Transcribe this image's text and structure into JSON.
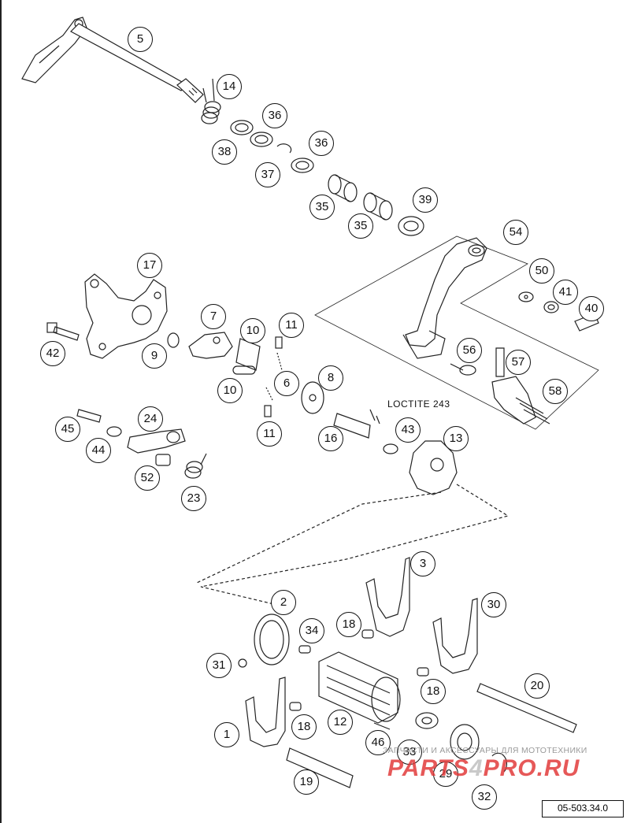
{
  "diagram": {
    "note": "LOCTITE 243",
    "reference_code": "05-503.34.0",
    "watermark_tagline": "ЗАПЧАСТИ И АКСЕССУАРЫ ДЛЯ МОТОТЕХНИКИ",
    "watermark_logo_a": "PARTS",
    "watermark_logo_b": "4",
    "watermark_logo_c": "PRO.RU",
    "callouts": [
      "5",
      "14",
      "36",
      "38",
      "36",
      "37",
      "35",
      "35",
      "39",
      "54",
      "50",
      "41",
      "40",
      "17",
      "7",
      "10",
      "11",
      "42",
      "9",
      "6",
      "10",
      "8",
      "56",
      "57",
      "11",
      "58",
      "16",
      "43",
      "13",
      "45",
      "24",
      "44",
      "52",
      "23",
      "3",
      "30",
      "2",
      "34",
      "18",
      "31",
      "18",
      "20",
      "12",
      "1",
      "18",
      "46",
      "33",
      "29",
      "19",
      "32"
    ]
  }
}
